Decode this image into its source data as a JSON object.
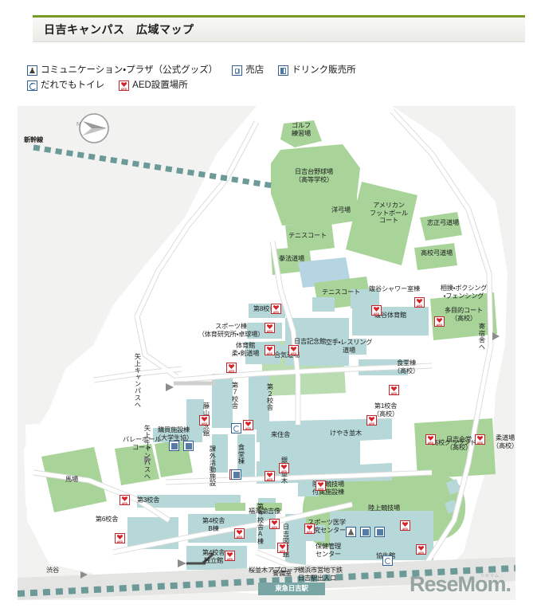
{
  "header": {
    "title": "日吉キャンパス　広域マップ",
    "rule_color": "#7a9a26"
  },
  "legend": {
    "rows": [
      [
        {
          "icon": "plaza-icon",
          "label": "コミュニケーション・プラザ（公式グッズ）"
        },
        {
          "icon": "shop-icon",
          "label": "売店"
        },
        {
          "icon": "drink-vending-icon",
          "label": "ドリンク販売所"
        }
      ],
      [
        {
          "icon": "accessible-toilet-icon",
          "label": "だれでもトイレ"
        },
        {
          "icon": "aed-icon",
          "label": "AED設置場所"
        }
      ]
    ],
    "aed_badge_text": "AED"
  },
  "map": {
    "colors": {
      "background": "#f2f2f0",
      "green_field": "#a8d49a",
      "teal_building": "#b7d8d8",
      "teal_building_dark": "#9ec9c9",
      "road": "#ffffff",
      "road_grey": "#dcdcda",
      "rail_dash": "#6b9a99",
      "station_fill": "#7aa5a5",
      "aed_red": "#c0272d",
      "icon_blue": "#2f5f93"
    },
    "compass": {
      "label": "N"
    },
    "direction_labels": [
      {
        "name": "shinkansen",
        "text": "新幹線"
      },
      {
        "name": "to-yagami-campus-north",
        "text": "矢上キャンパスへ"
      },
      {
        "name": "to-yagami-campus-west",
        "text": "矢上キャンパスへ"
      },
      {
        "name": "to-dormitory",
        "text": "寄宿舎へ"
      },
      {
        "name": "to-shibuya",
        "text": "渋谷"
      }
    ],
    "green_areas": [
      {
        "name": "golf-practice-range",
        "text": "ゴルフ\n練習場"
      },
      {
        "name": "hiyoshidai-baseball-field",
        "text": "日吉台野球場\n（高等学校）"
      },
      {
        "name": "archery-range",
        "text": "洋弓場"
      },
      {
        "name": "american-football-court",
        "text": "アメリカン\nフットボール\nコート"
      },
      {
        "name": "tennis-court-upper",
        "text": "テニスコート"
      },
      {
        "name": "tennis-court-lower",
        "text": "テニスコート"
      },
      {
        "name": "kenpo-dojo",
        "text": "拳法道場"
      },
      {
        "name": "shisei-kyudo-dojo",
        "text": "志正弓道場"
      },
      {
        "name": "highschool-kyudo-dojo",
        "text": "高校弓道場"
      },
      {
        "name": "multipurpose-court",
        "text": "多目的コート\n（高校）"
      },
      {
        "name": "highschool-ground",
        "text": "高校グラウンド"
      },
      {
        "name": "track-and-field-stadium",
        "text": "陸上競技場"
      },
      {
        "name": "volleyball-court",
        "text": "バレーボール\nコート"
      },
      {
        "name": "horse-riding-ground",
        "text": "馬場"
      }
    ],
    "buildings": [
      {
        "name": "building-8",
        "text": "第8校舎"
      },
      {
        "name": "sports-building",
        "text": "スポーツ棟\n（体育研究所・卓球場）"
      },
      {
        "name": "gymnasium-judo-kendo",
        "text": "体育館\n柔・剣道場"
      },
      {
        "name": "hiyoshi-memorial-hall",
        "text": "日吉記念館"
      },
      {
        "name": "building-7",
        "text": "第７校舎"
      },
      {
        "name": "building-2",
        "text": "第２校舎"
      },
      {
        "name": "fujiyama-memorial-hall",
        "text": "藤山記念館"
      },
      {
        "name": "coop-facility-building",
        "text": "購買施設棟\n（大学生協）"
      },
      {
        "name": "outdoor-sports-club",
        "text": "課外活動施設"
      },
      {
        "name": "dining-hall-building",
        "text": "食堂棟"
      },
      {
        "name": "raijusha",
        "text": "来住舎"
      },
      {
        "name": "building-3",
        "text": "第3校舎"
      },
      {
        "name": "building-6",
        "text": "第6校舎"
      },
      {
        "name": "building-4-b",
        "text": "第4校舎\nB棟"
      },
      {
        "name": "building-4-a",
        "text": "第４校舎A棟"
      },
      {
        "name": "building-4-independent",
        "text": "第4校舎\n独立館"
      },
      {
        "name": "hiyoshi-library",
        "text": "日吉図書館"
      },
      {
        "name": "fukuzawa-yukichi-statue",
        "text": "福澤諭吉像"
      },
      {
        "name": "karate-wrestling-dojo",
        "text": "空手・レスリング\n道場"
      },
      {
        "name": "aikido-dojo",
        "text": "合気道場"
      },
      {
        "name": "uenoya-shower-room",
        "text": "蝮谷シャワー室棟"
      },
      {
        "name": "sumo-boxing-fencing",
        "text": "相撲・ボクシング\n・フェンシング"
      },
      {
        "name": "uenoya-gymnasium",
        "text": "蝮谷体育館"
      },
      {
        "name": "dining-hall-highschool",
        "text": "食堂棟\n（高校）"
      },
      {
        "name": "building-1-highschool",
        "text": "第1校舎\n（高校）"
      },
      {
        "name": "keyaki-namiki",
        "text": "けやき並木"
      },
      {
        "name": "hiyoshi-kaido",
        "text": "日吉会堂\n（高校）"
      },
      {
        "name": "judo-hall-highschool",
        "text": "柔道場\n（高校）"
      },
      {
        "name": "ginkgo-avenue",
        "text": "銀杏並木"
      },
      {
        "name": "track-annex-building",
        "text": "陸上競技場\n付属施設棟"
      },
      {
        "name": "sports-medicine-center",
        "text": "スポーツ医学\n研究センター"
      },
      {
        "name": "health-center",
        "text": "保健管理\nセンター"
      },
      {
        "name": "kyoseikan",
        "text": "協生館"
      },
      {
        "name": "sakura-namiki-approach",
        "text": "桜並木アプローチ"
      },
      {
        "name": "security-office",
        "text": "警備室"
      },
      {
        "name": "yokohama-subway-entrance",
        "text": "横浜市営地下鉄\n日吉駅出入口"
      }
    ],
    "station": {
      "name": "tokyu-hiyoshi-station",
      "text": "東急日吉駅"
    }
  },
  "watermark": {
    "text": "ReseMom.",
    "kana": "リセマム"
  }
}
